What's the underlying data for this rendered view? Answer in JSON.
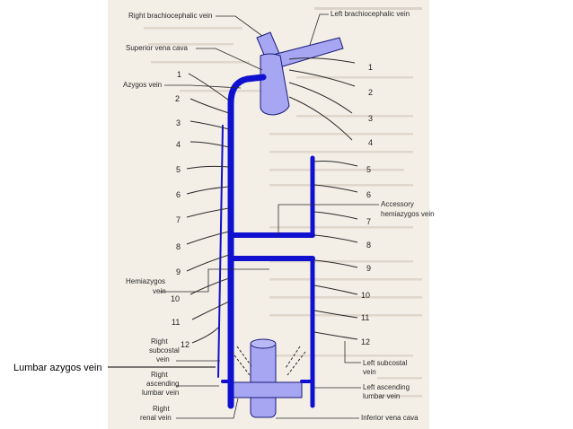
{
  "labels": {
    "right_brachiocephalic": "Right brachiocephalic vein",
    "left_brachiocephalic": "Left brachiocephalic vein",
    "superior_vena_cava": "Superior vena cava",
    "azygos": "Azygos vein",
    "accessory_hemiazygos_1": "Accessory",
    "accessory_hemiazygos_2": "hemiazygos vein",
    "hemiazygos_1": "Hemiazygos",
    "hemiazygos_2": "vein",
    "right_subcostal_1": "Right",
    "right_subcostal_2": "subcostal",
    "right_subcostal_3": "vein",
    "right_ascending_lumbar_1": "Right",
    "right_ascending_lumbar_2": "ascending",
    "right_ascending_lumbar_3": "lumbar vein",
    "right_renal_1": "Right",
    "right_renal_2": "renal vein",
    "left_subcostal_1": "Left subcostal",
    "left_subcostal_2": "vein",
    "left_ascending_lumbar_1": "Left ascending",
    "left_ascending_lumbar_2": "lumbar vein",
    "inferior_vena_cava": "Inferior vena cava"
  },
  "overlay_label": "Lumbar azygos vein",
  "rib_numbers_left": [
    "1",
    "2",
    "3",
    "4",
    "5",
    "6",
    "7",
    "8",
    "9",
    "10",
    "11",
    "12"
  ],
  "rib_numbers_right": [
    "1",
    "2",
    "3",
    "4",
    "5",
    "6",
    "7",
    "8",
    "9",
    "10",
    "11",
    "12"
  ],
  "colors": {
    "vein": "#1010d0",
    "highlight": "#a6a6f2",
    "paper": "#f3eee6",
    "line": "#2b2b2b"
  }
}
